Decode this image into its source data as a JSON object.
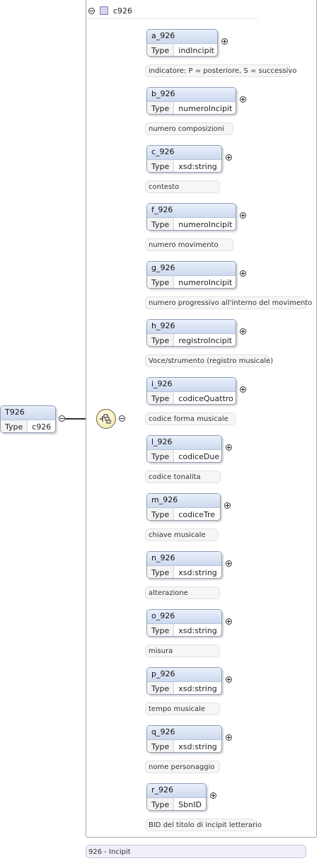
{
  "root": {
    "name": "T926",
    "type_label": "Type",
    "type_value": "c926"
  },
  "complex_type": {
    "name": "c926"
  },
  "footer": {
    "text": "926 - Incipit"
  },
  "elements": [
    {
      "name": "a_926",
      "type_label": "Type",
      "type_value": "indIncipit",
      "doc": "indicatore: P = posteriore, S = successivo"
    },
    {
      "name": "b_926",
      "type_label": "Type",
      "type_value": "numeroIncipit",
      "doc": "numero composizioni"
    },
    {
      "name": "c_926",
      "type_label": "Type",
      "type_value": "xsd:string",
      "doc": "contesto"
    },
    {
      "name": "f_926",
      "type_label": "Type",
      "type_value": "numeroIncipit",
      "doc": "numero movimento"
    },
    {
      "name": "g_926",
      "type_label": "Type",
      "type_value": "numeroIncipit",
      "doc": "numero progressivo all'interno del movimento"
    },
    {
      "name": "h_926",
      "type_label": "Type",
      "type_value": "registroIncipit",
      "doc": "Voce/strumento (registro musicale)"
    },
    {
      "name": "i_926",
      "type_label": "Type",
      "type_value": "codiceQuattro",
      "doc": "codice forma musicale"
    },
    {
      "name": "l_926",
      "type_label": "Type",
      "type_value": "codiceDue",
      "doc": "codice tonalita"
    },
    {
      "name": "m_926",
      "type_label": "Type",
      "type_value": "codiceTre",
      "doc": "chiave musicale"
    },
    {
      "name": "n_926",
      "type_label": "Type",
      "type_value": "xsd:string",
      "doc": "alterazione"
    },
    {
      "name": "o_926",
      "type_label": "Type",
      "type_value": "xsd:string",
      "doc": "misura"
    },
    {
      "name": "p_926",
      "type_label": "Type",
      "type_value": "xsd:string",
      "doc": "tempo musicale"
    },
    {
      "name": "q_926",
      "type_label": "Type",
      "type_value": "xsd:string",
      "doc": "nome personaggio"
    },
    {
      "name": "r_926",
      "type_label": "Type",
      "type_value": "SbnID",
      "doc": "BID del titolo di incipit letterario"
    }
  ]
}
